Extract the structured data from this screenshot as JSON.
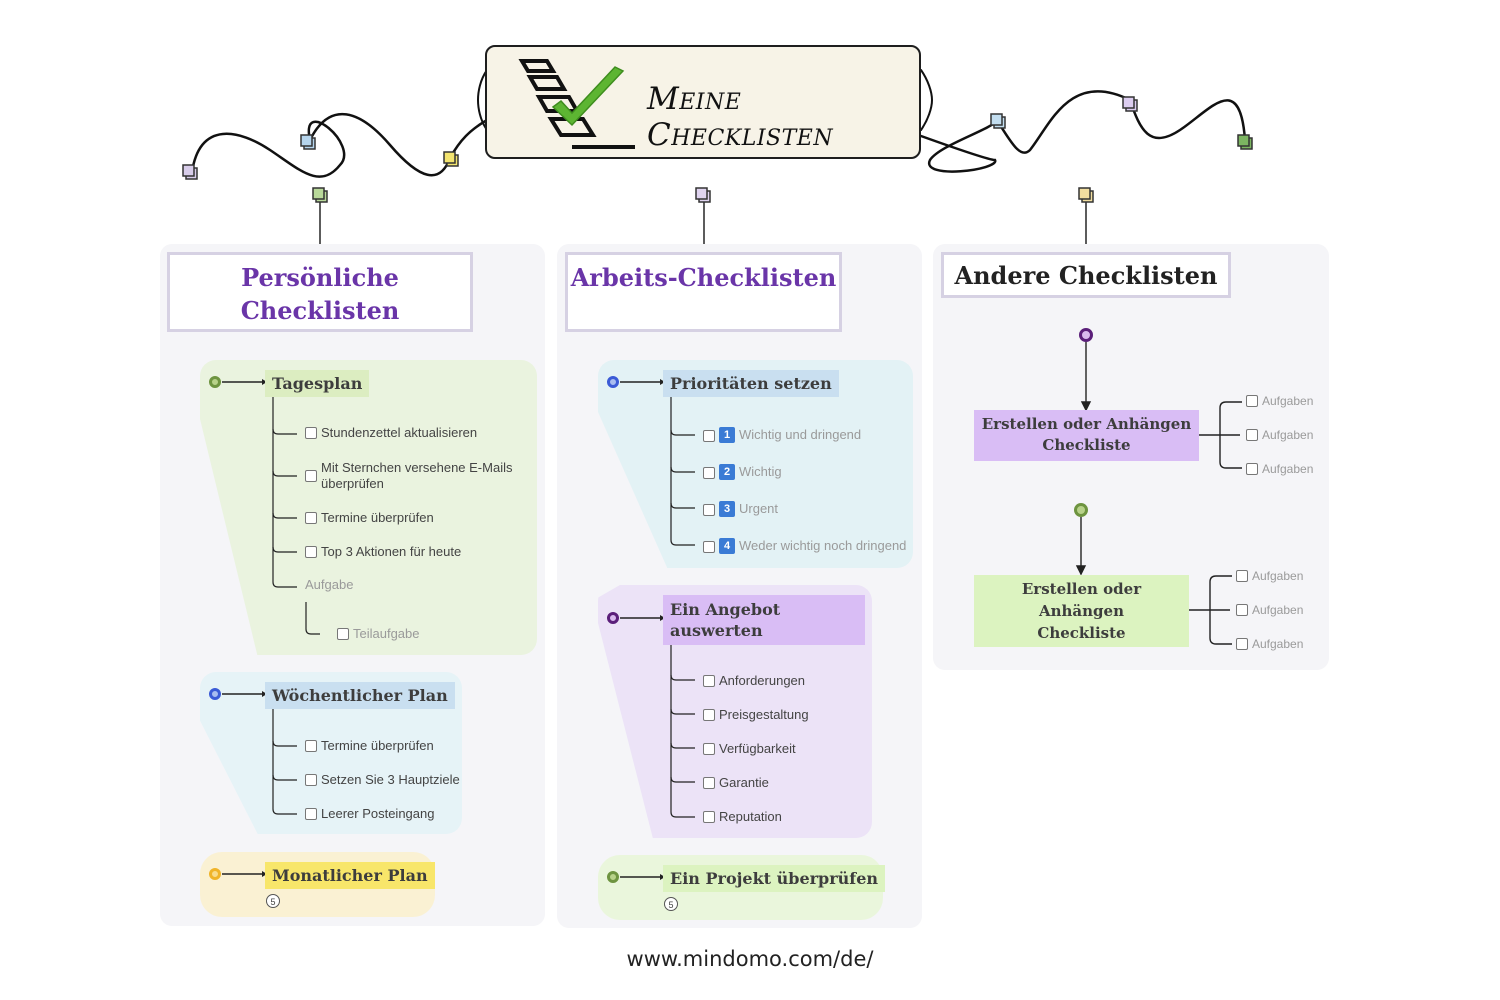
{
  "central": {
    "title": "Meine Checklisten",
    "icon": "checklist-checkmark-icon"
  },
  "columns": [
    {
      "header": "Persönliche Checklisten",
      "topics": [
        {
          "label": "Tagesplan",
          "color": "#7ea04a",
          "items": [
            {
              "label": "Stundenzettel aktualisieren",
              "checkbox": true
            },
            {
              "label": "Mit Sternchen versehene E-Mails überprüfen",
              "checkbox": true
            },
            {
              "label": "Termine überprüfen",
              "checkbox": true
            },
            {
              "label": "Top 3 Aktionen für heute",
              "checkbox": true
            },
            {
              "label": "Aufgabe",
              "checkbox": false,
              "muted": true
            }
          ],
          "subitem": {
            "label": "Teilaufgabe",
            "checkbox": true,
            "muted": true
          }
        },
        {
          "label": "Wöchentlicher Plan",
          "color": "#3b5bd6",
          "items": [
            {
              "label": "Termine überprüfen",
              "checkbox": true
            },
            {
              "label": "Setzen Sie 3 Hauptziele",
              "checkbox": true
            },
            {
              "label": "Leerer Posteingang",
              "checkbox": true
            }
          ]
        },
        {
          "label": "Monatlicher Plan",
          "color": "#f0b429",
          "collapsed_count": "5"
        }
      ]
    },
    {
      "header": "Arbeits-Checklisten",
      "topics": [
        {
          "label": "Prioritäten setzen",
          "color": "#3b5bd6",
          "items": [
            {
              "label": "Wichtig und dringend",
              "priority": "1",
              "checkbox": true,
              "muted": true
            },
            {
              "label": "Wichtig",
              "priority": "2",
              "checkbox": true,
              "muted": true
            },
            {
              "label": "Urgent",
              "priority": "3",
              "checkbox": true,
              "muted": true
            },
            {
              "label": "Weder wichtig noch dringend",
              "priority": "4",
              "checkbox": true,
              "muted": true
            }
          ]
        },
        {
          "label": "Ein Angebot auswerten",
          "color": "#5b1f7a",
          "items": [
            {
              "label": "Anforderungen",
              "checkbox": true
            },
            {
              "label": "Preisgestaltung",
              "checkbox": true
            },
            {
              "label": "Verfügbarkeit",
              "checkbox": true
            },
            {
              "label": "Garantie",
              "checkbox": true
            },
            {
              "label": "Reputation",
              "checkbox": true
            }
          ]
        },
        {
          "label": "Ein Projekt überprüfen",
          "color": "#7ea04a",
          "collapsed_count": "5"
        }
      ]
    },
    {
      "header": "Andere Checklisten",
      "topics": [
        {
          "label": "Erstellen oder Anhängen Checkliste",
          "color": "#5b1f7a",
          "items": [
            {
              "label": "Aufgaben"
            },
            {
              "label": "Aufgaben"
            },
            {
              "label": "Aufgaben"
            }
          ]
        },
        {
          "label": "Erstellen oder Anhängen Checkliste",
          "color": "#7ea04a",
          "items": [
            {
              "label": "Aufgaben"
            },
            {
              "label": "Aufgaben"
            },
            {
              "label": "Aufgaben"
            }
          ]
        }
      ]
    }
  ],
  "footer": {
    "url": "www.mindomo.com/de/"
  }
}
